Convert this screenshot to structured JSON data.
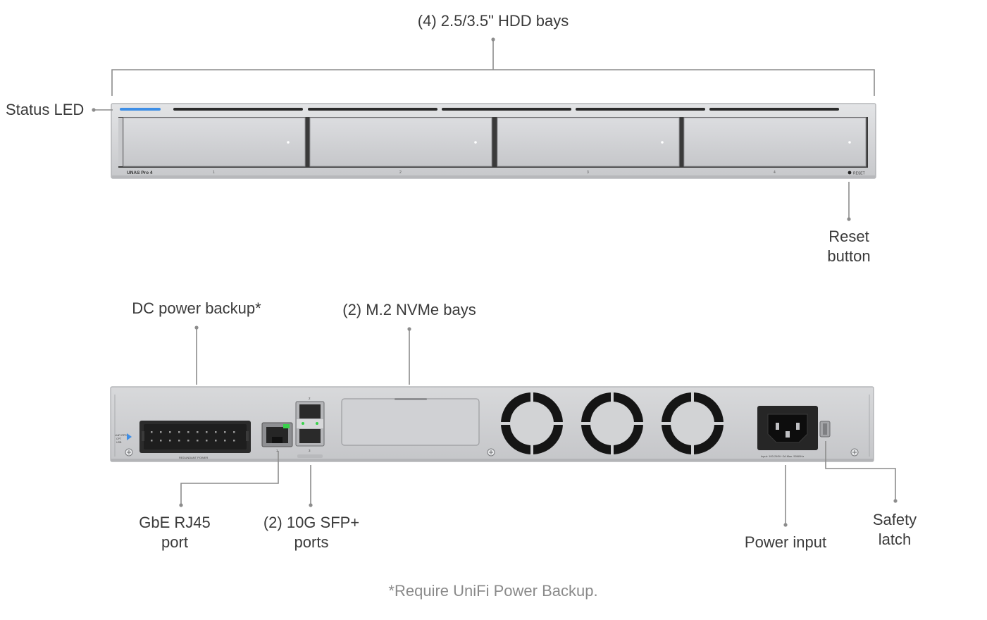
{
  "callouts": {
    "hdd_bays": "(4) 2.5/3.5\" HDD bays",
    "status_led": "Status LED",
    "reset_button": [
      "Reset",
      "button"
    ],
    "dc_power_backup": "DC power backup*",
    "m2_bays": "(2) M.2 NVMe bays",
    "gbe_rj45": [
      "GbE RJ45",
      "port"
    ],
    "sfp_ports": [
      "(2) 10G SFP+",
      "ports"
    ],
    "power_input": "Power input",
    "safety_latch": [
      "Safety",
      "latch"
    ]
  },
  "footnote": "*Require UniFi Power Backup.",
  "front_panel": {
    "model_label": "UNAS Pro 4",
    "bay_numbers": [
      "1",
      "2",
      "3",
      "4"
    ],
    "reset_label": "RESET"
  },
  "rear_panel": {
    "redundant_power_label": "REDUNDANT POWER",
    "rj45_number": "1",
    "sfp_numbers": [
      "2",
      "3"
    ],
    "power_spec": "Input: 100-240V~2A Max. 50/60Hz",
    "status_mini": [
      "UniFi RPS",
      "CPT",
      "USB"
    ]
  },
  "colors": {
    "chassis": "#d4d5d7",
    "chassis_edge": "#a9abae",
    "led": "#3d8ee6",
    "leader": "#8c8c8c",
    "fan": "#151515",
    "port_led": "#38d24a"
  }
}
